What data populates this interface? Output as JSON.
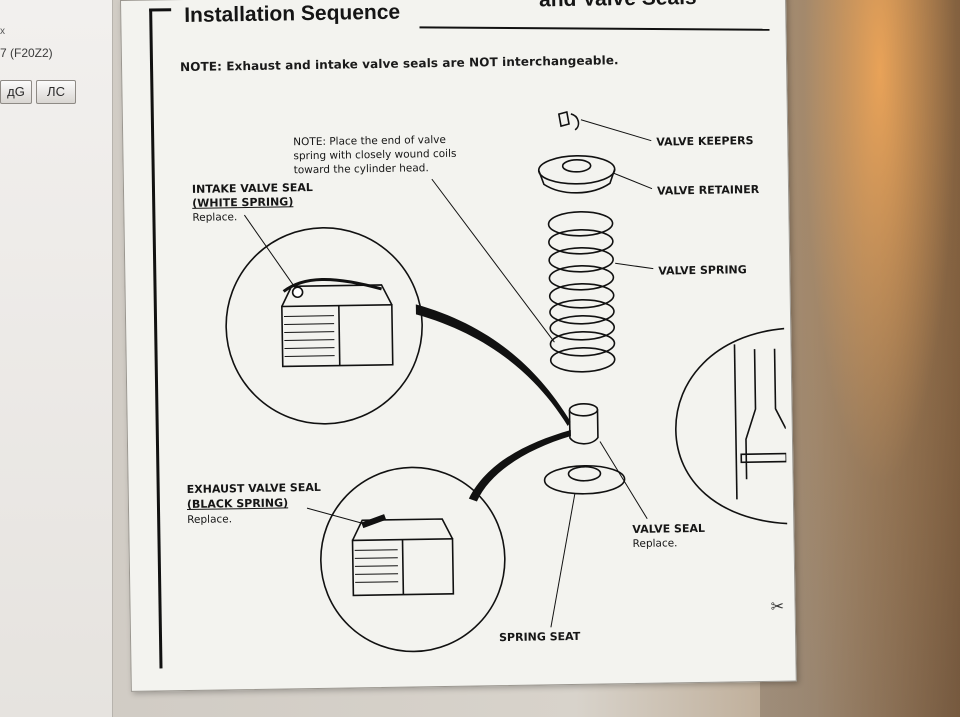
{
  "left_panel": {
    "marker": "x",
    "model": "7 (F20Z2)",
    "buttons": [
      "дG",
      "ЛС"
    ]
  },
  "document": {
    "section_title": "Installation Sequence",
    "section_title_cont": "and Valve Seals",
    "note_main": "NOTE:  Exhaust and intake valve seals are NOT interchangeable.",
    "note_spring": [
      "NOTE:  Place the end of valve",
      "spring with closely wound coils",
      "toward the cylinder head."
    ],
    "intake": {
      "title1": "INTAKE VALVE SEAL",
      "title2": "(WHITE SPRING)",
      "action": "Replace."
    },
    "exhaust": {
      "title1": "EXHAUST VALVE SEAL",
      "title2": "(BLACK SPRING)",
      "action": "Replace."
    },
    "parts": {
      "keepers": "VALVE KEEPERS",
      "retainer": "VALVE RETAINER",
      "spring": "VALVE SPRING",
      "seal": "VALVE SEAL",
      "seal_action": "Replace.",
      "seat": "SPRING SEAT"
    }
  },
  "icons": {
    "slide": "clip-icon"
  }
}
